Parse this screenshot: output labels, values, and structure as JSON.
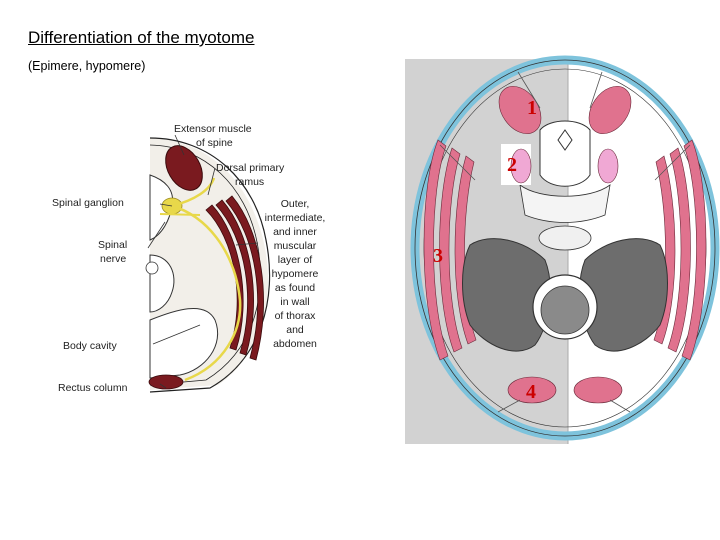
{
  "title": "Differentiation of the myotome",
  "subtitle": "(Epimere, hypomere)",
  "left_figure": {
    "labels": {
      "extensor_1": "Extensor muscle",
      "extensor_2": "of spine",
      "dorsal_1": "Dorsal primary",
      "dorsal_2": "ramus",
      "ganglion": "Spinal ganglion",
      "spinal_1": "Spinal",
      "spinal_2": "nerve",
      "layers": [
        "Outer,",
        "intermediate,",
        "and inner",
        "muscular",
        "layer of",
        "hypomere",
        "as found",
        "in wall",
        "of thorax",
        "and",
        "abdomen"
      ],
      "body_cavity": "Body cavity",
      "rectus": "Rectus column"
    }
  },
  "right_figure": {
    "numbers": [
      "1",
      "2",
      "3",
      "4"
    ]
  },
  "colors": {
    "muscle_dark": "#7a1a1f",
    "muscle_pink": "#e0728e",
    "skin_blue": "#7ec3dc",
    "number_red": "#cc0000",
    "nerve_yellow": "#e8d84a"
  }
}
